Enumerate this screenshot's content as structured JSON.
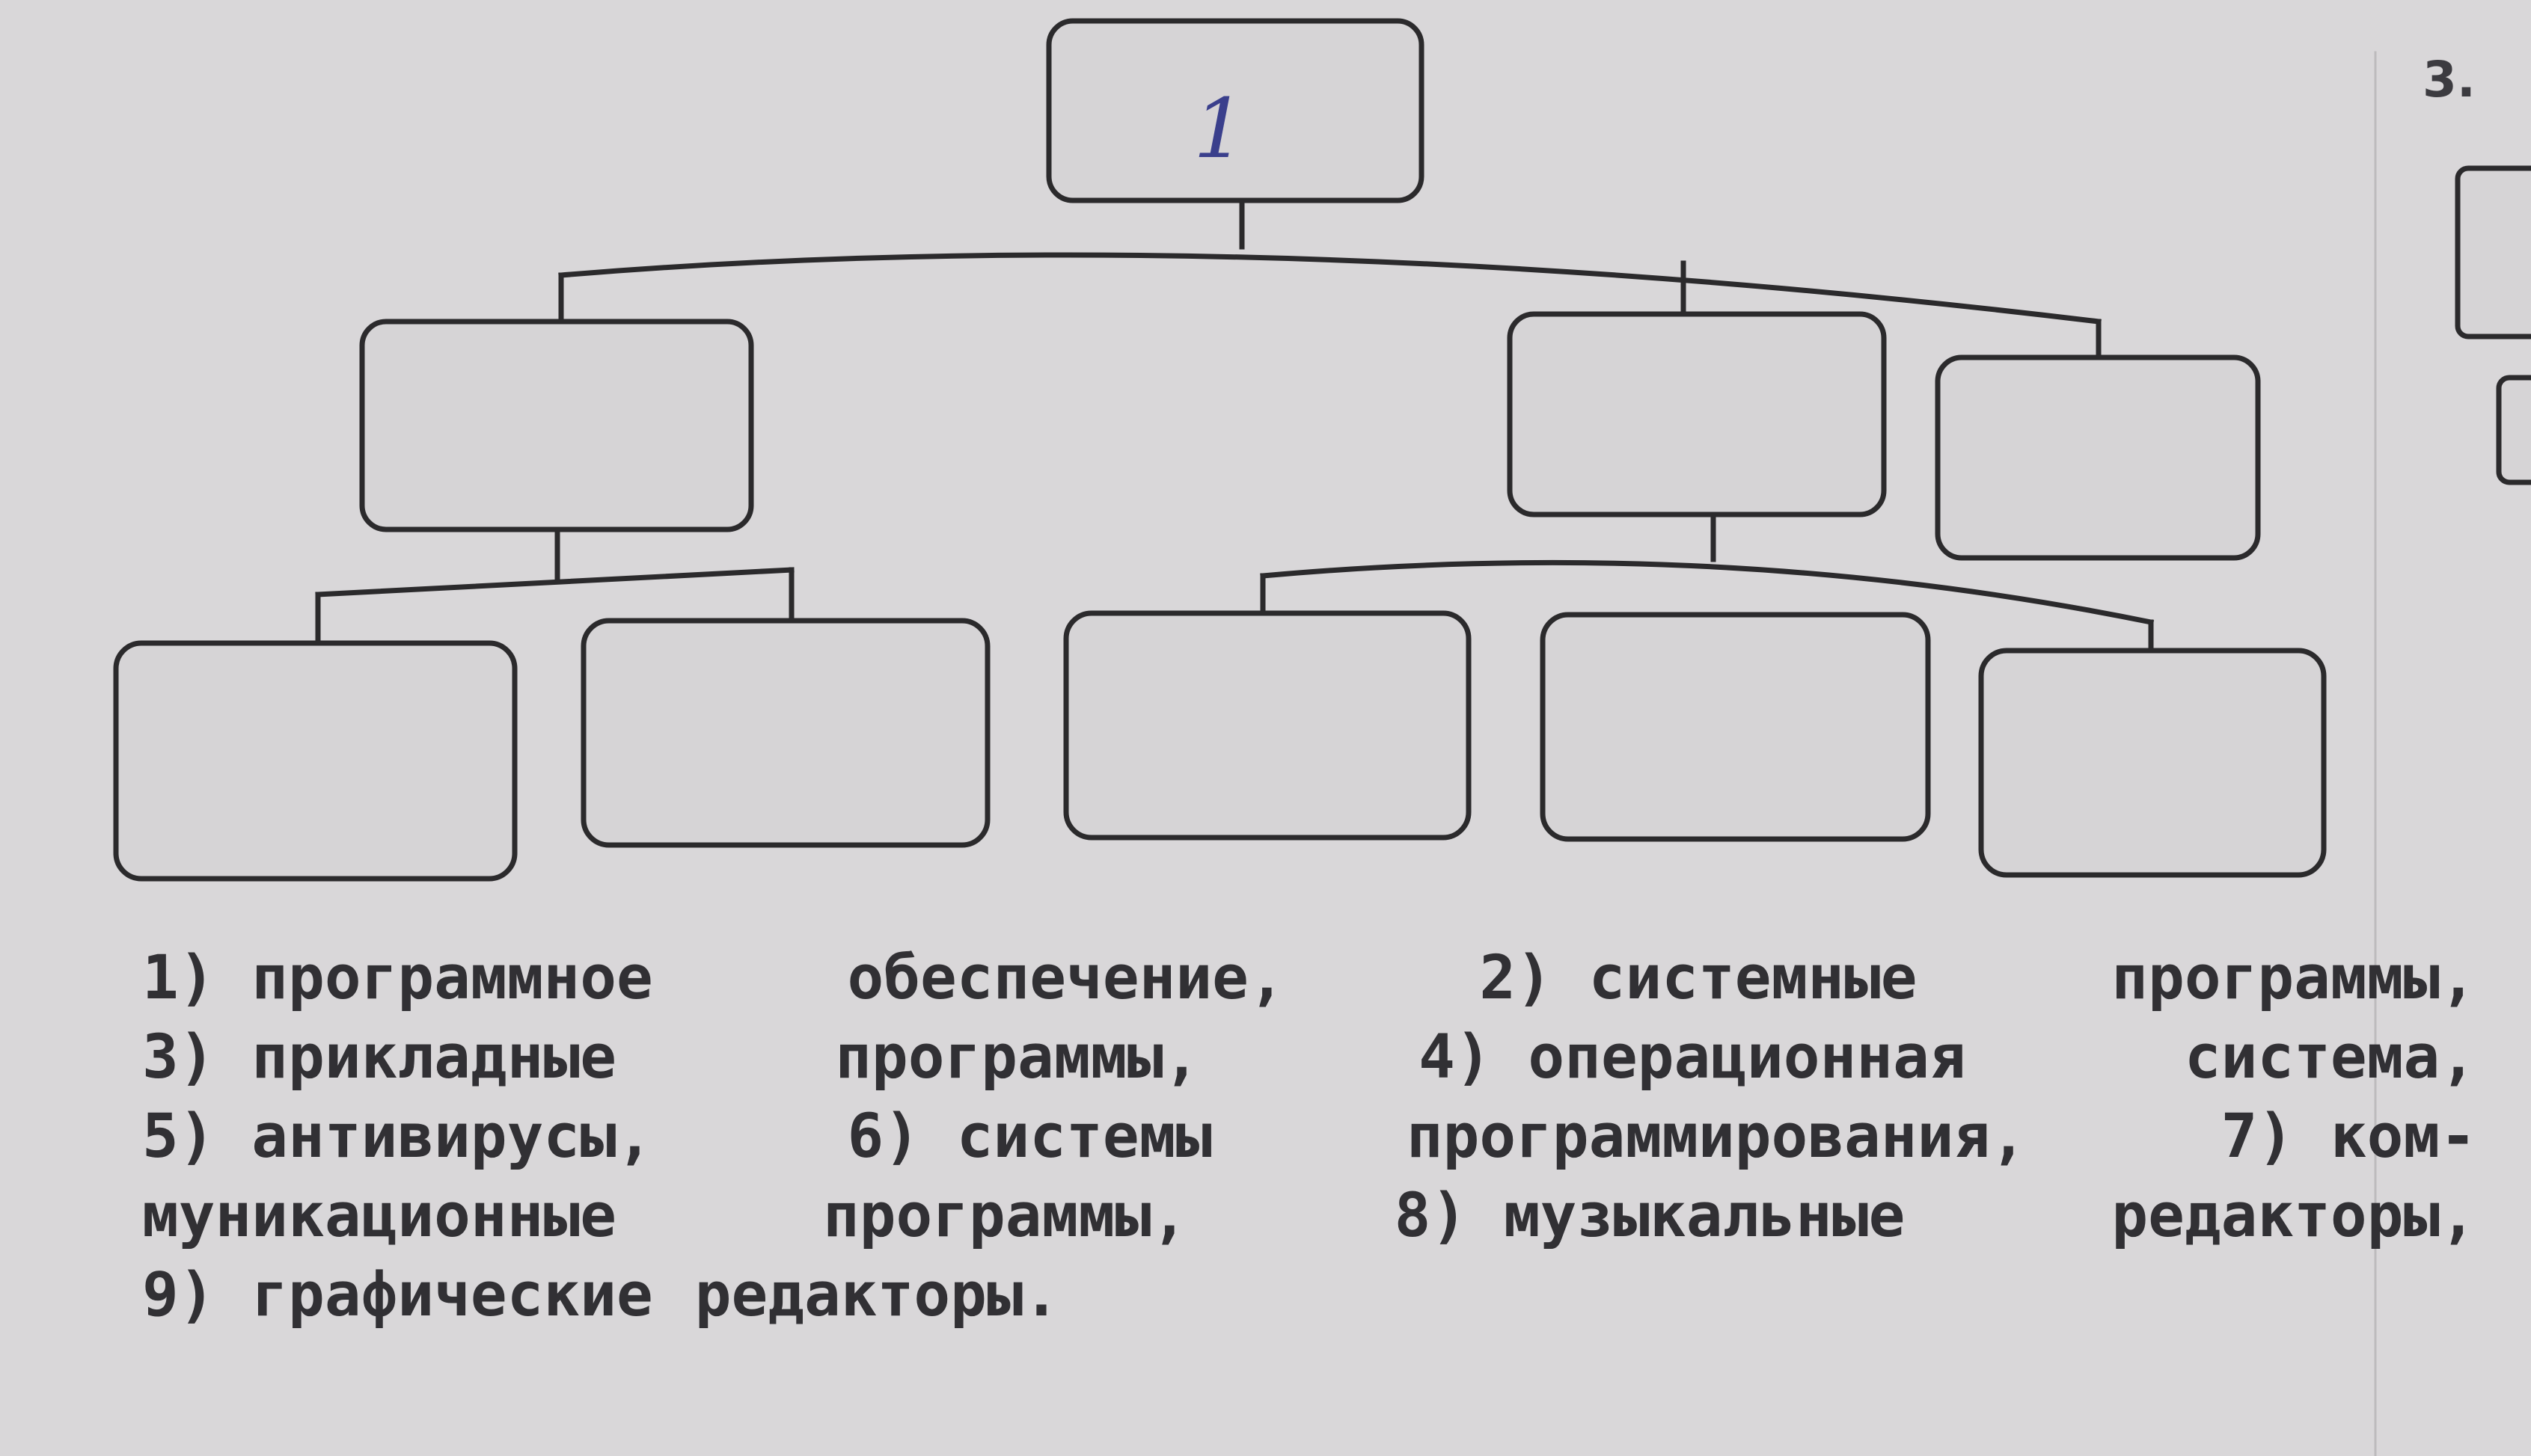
{
  "diagram": {
    "root_box_text": "1",
    "side_marker": "3."
  },
  "legend": {
    "lines": [
      [
        "1) программное",
        "обеспечение,",
        "2) системные",
        "программы,"
      ],
      [
        "3) прикладные",
        "программы,",
        "4) операционная",
        "система,"
      ],
      [
        "5) антивирусы,",
        "6) системы",
        "программирования,",
        "7) ком-"
      ],
      [
        "муникационные",
        "программы,",
        "8) музыкальные",
        "редакторы,"
      ],
      [
        "9) графические",
        "редакторы."
      ]
    ]
  }
}
